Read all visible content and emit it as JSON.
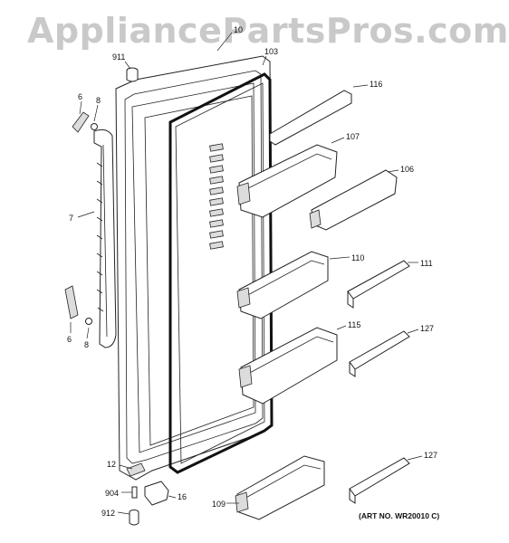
{
  "watermark": "AppliancePartsPros.com",
  "art_number": "(ART NO. WR20010 C)",
  "callouts": {
    "p911": "911",
    "p10": "10",
    "p103": "103",
    "p6a": "6",
    "p8a": "8",
    "p116": "116",
    "p107": "107",
    "p106": "106",
    "p7": "7",
    "p110": "110",
    "p111": "111",
    "p6b": "6",
    "p8b": "8",
    "p115": "115",
    "p127a": "127",
    "p127b": "127",
    "p12": "12",
    "p904": "904",
    "p16": "16",
    "p912": "912",
    "p109": "109"
  }
}
